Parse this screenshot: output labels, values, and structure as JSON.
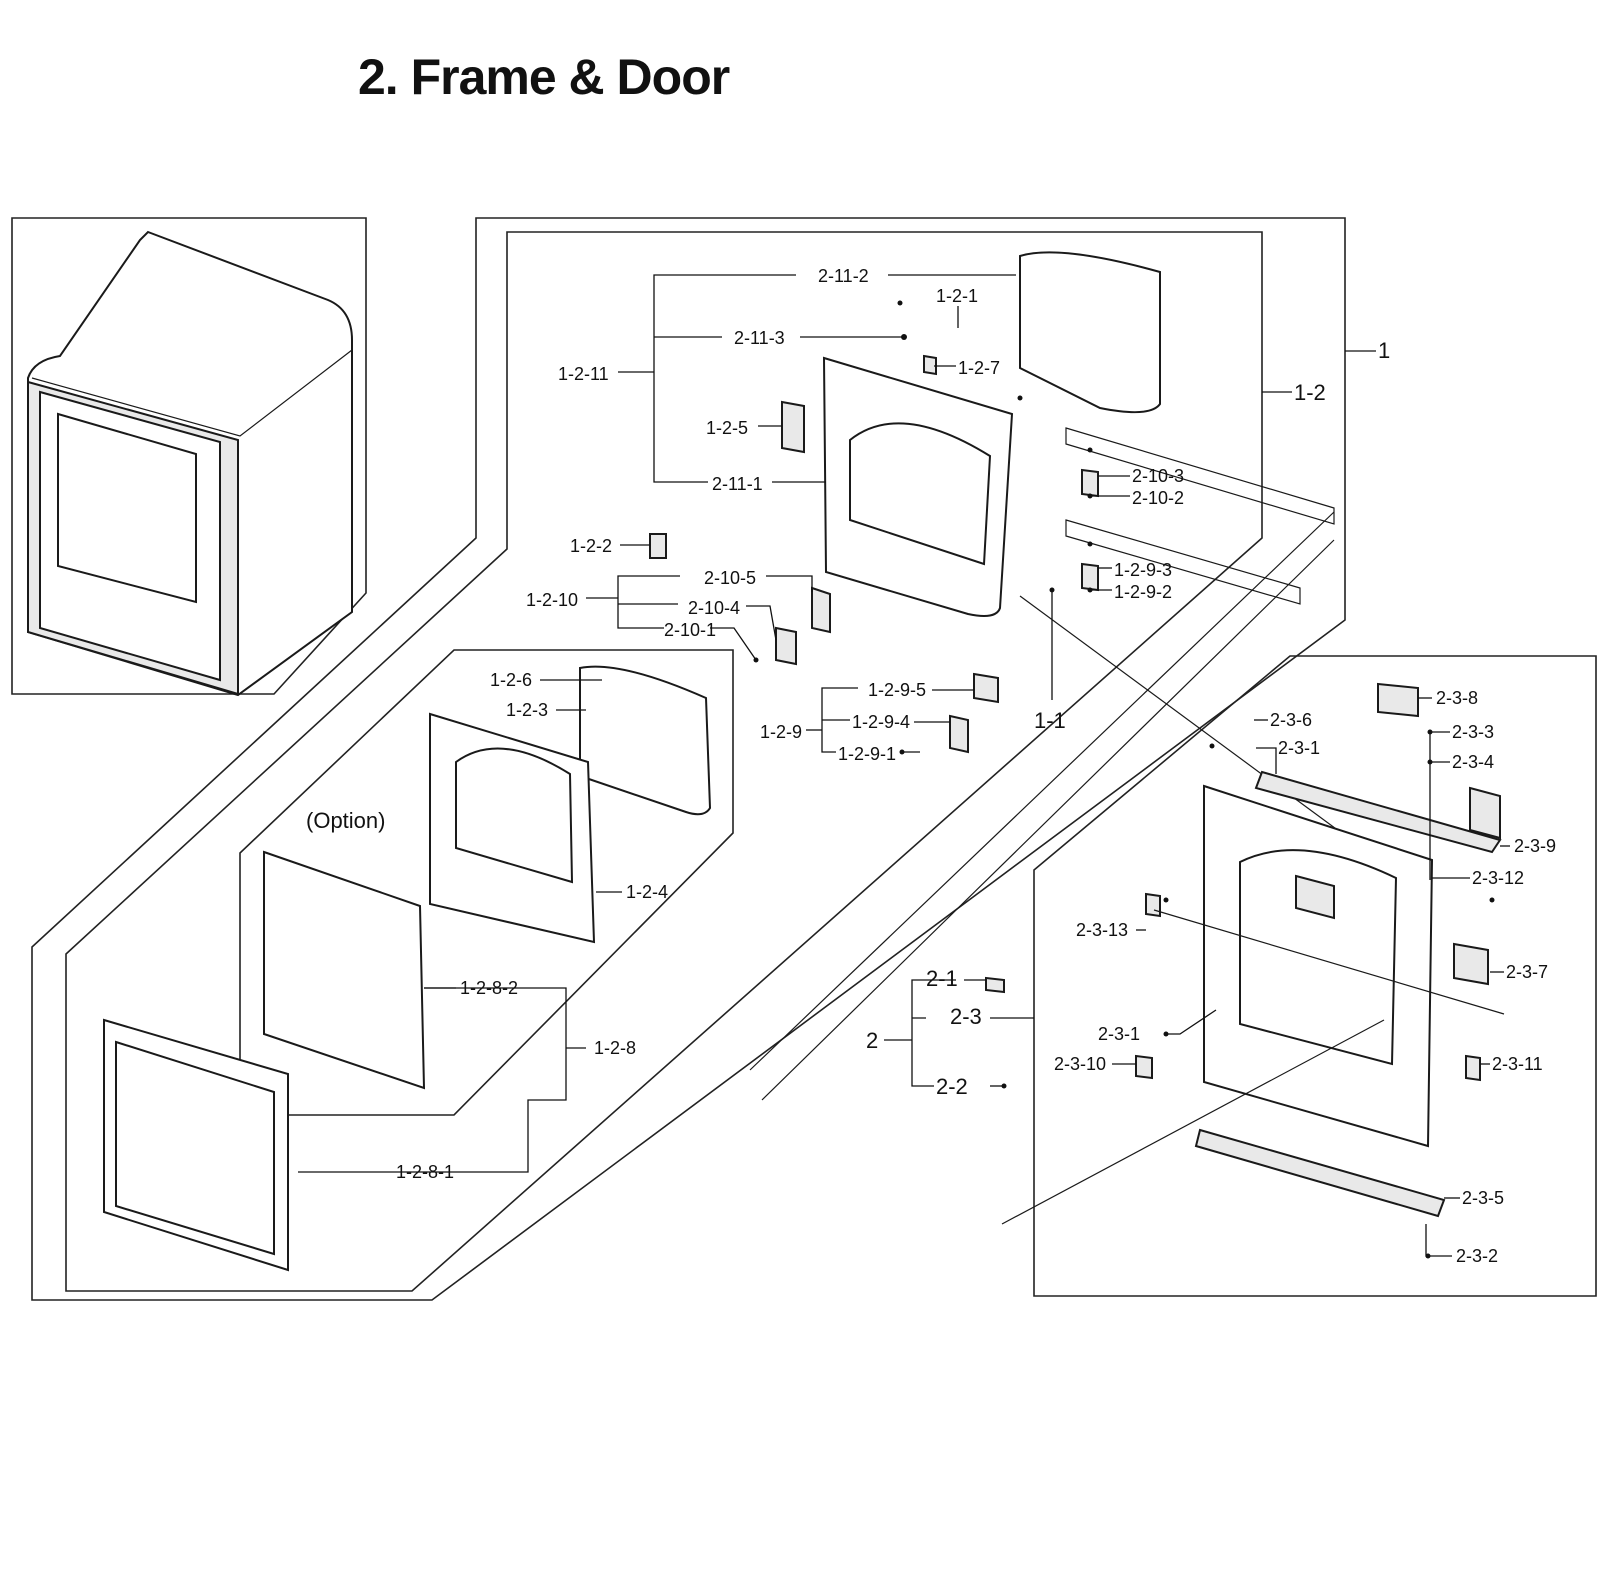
{
  "title": "2. Frame & Door",
  "option_note": "(Option)",
  "labels": {
    "p_2_11_2": "2-11-2",
    "p_1_2_1": "1-2-1",
    "p_2_11_3": "2-11-3",
    "p_1_2_7": "1-2-7",
    "p_1_2_11": "1-2-11",
    "p_1": "1",
    "p_1_2": "1-2",
    "p_1_2_5": "1-2-5",
    "p_2_10_3": "2-10-3",
    "p_2_10_2": "2-10-2",
    "p_2_11_1": "2-11-1",
    "p_1_2_2": "1-2-2",
    "p_1_2_9_3": "1-2-9-3",
    "p_1_2_9_2": "1-2-9-2",
    "p_2_10_5": "2-10-5",
    "p_1_2_10": "1-2-10",
    "p_2_10_4": "2-10-4",
    "p_2_10_1": "2-10-1",
    "p_1_2_9_5": "1-2-9-5",
    "p_1_2_9_4": "1-2-9-4",
    "p_1_2_9": "1-2-9",
    "p_1_2_9_1": "1-2-9-1",
    "p_1_1": "1-1",
    "p_1_2_6": "1-2-6",
    "p_1_2_3": "1-2-3",
    "p_1_2_4": "1-2-4",
    "p_1_2_8_2": "1-2-8-2",
    "p_1_2_8": "1-2-8",
    "p_1_2_8_1": "1-2-8-1",
    "p_2_3_8": "2-3-8",
    "p_2_3_6": "2-3-6",
    "p_2_3_1a": "2-3-1",
    "p_2_3_3": "2-3-3",
    "p_2_3_4": "2-3-4",
    "p_2_3_9": "2-3-9",
    "p_2_3_12": "2-3-12",
    "p_2_3_13": "2-3-13",
    "p_2_3_7": "2-3-7",
    "p_2_1": "2-1",
    "p_2_3": "2-3",
    "p_2": "2",
    "p_2_3_1b": "2-3-1",
    "p_2_3_10": "2-3-10",
    "p_2_3_11": "2-3-11",
    "p_2_2": "2-2",
    "p_2_3_5": "2-3-5",
    "p_2_3_2": "2-3-2"
  }
}
